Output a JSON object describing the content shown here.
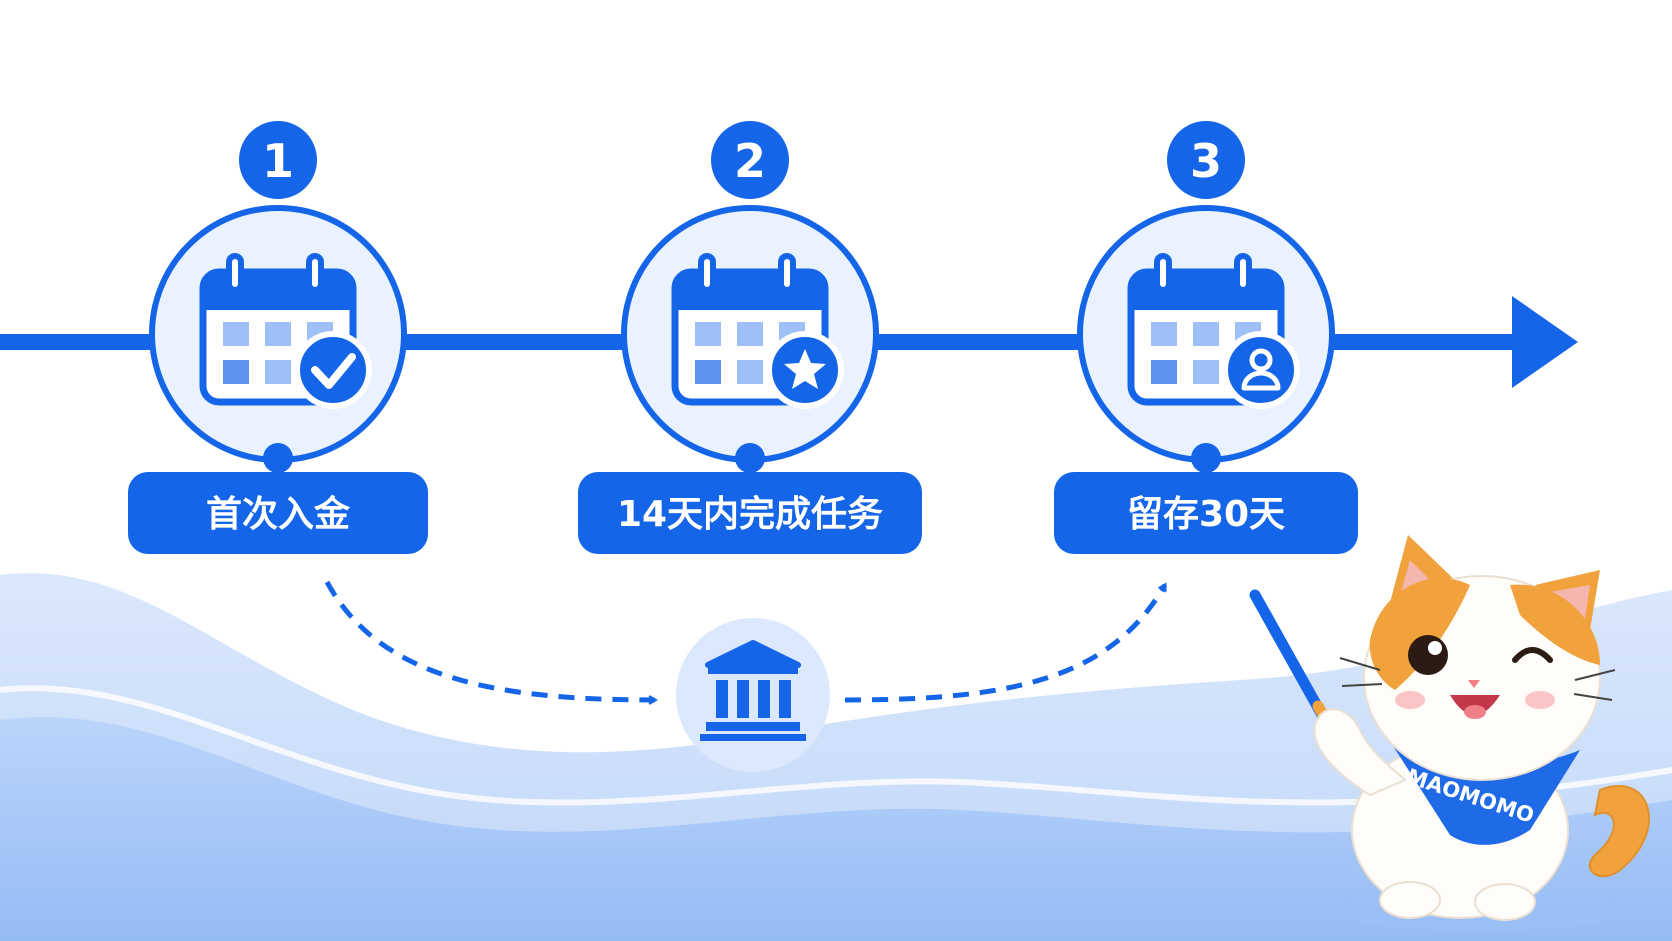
{
  "colors": {
    "primary": "#1565e8",
    "light_fill": "#eaf2ff",
    "cell_blue": "#5b93ef",
    "cell_light": "#9fc0f7",
    "cat_orange": "#f2a23c"
  },
  "steps": [
    {
      "number": "1",
      "label": "首次入金",
      "badge_icon": "check-icon"
    },
    {
      "number": "2",
      "label": "14天内完成任务",
      "badge_icon": "star-icon"
    },
    {
      "number": "3",
      "label": "留存30天",
      "badge_icon": "user-icon"
    }
  ],
  "center_icon": "bank-icon",
  "mascot": {
    "bandana_text": "MAOMOMO",
    "icon": "cat-mascot-icon"
  }
}
